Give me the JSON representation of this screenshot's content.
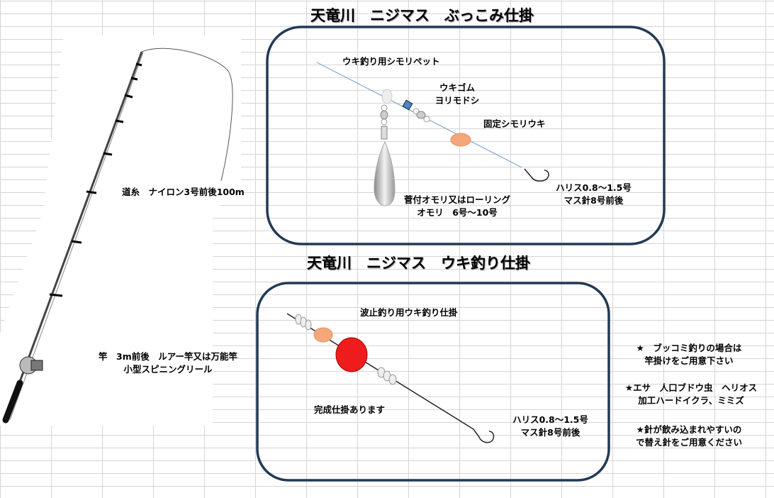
{
  "titles": {
    "bukkomi": "天竜川　ニジマス　ぶっこみ仕掛",
    "uki": "天竜川　ニジマス　ウキ釣り仕掛"
  },
  "rod": {
    "line": "道糸　ナイロン3号前後100m",
    "rod_line1": "竿　3m前後　ルアー竿又は万能竿",
    "rod_line2": "小型スピニングリール"
  },
  "bukkomi": {
    "shimori_pet": "ウキ釣り用シモリペット",
    "ukigomu": "ウキゴム",
    "yorimodoshi": "ヨリモドシ",
    "kotei_shimori": "固定シモリウキ",
    "omori1": "菅付オモリ又はローリング",
    "omori2": "オモリ　6号～10号",
    "harisu": "ハリス0.8～1.5号",
    "hari": "マス針8号前後"
  },
  "uki": {
    "hatoshi": "波止釣り用ウキ釣り仕掛",
    "kansei": "完成仕掛あります",
    "harisu": "ハリス0.8～1.5号",
    "hari": "マス針8号前後"
  },
  "notes": [
    {
      "line1": "★　ブッコミ釣りの場合は",
      "line2": "竿掛けをご用意下さい"
    },
    {
      "line1": "★エサ　人口ブドウ虫　ヘリオス",
      "line2": "加工ハードイクラ、ミミズ"
    },
    {
      "line1": "★針が飲み込まれやすいの",
      "line2": "で替え針をご用意ください"
    }
  ],
  "colors": {
    "frame": "#223a55",
    "line": "#7fa7c9",
    "float_orange": "#f4a77a",
    "float_red": "#ee1c1c",
    "swivel_blue": "#4a86c8"
  }
}
